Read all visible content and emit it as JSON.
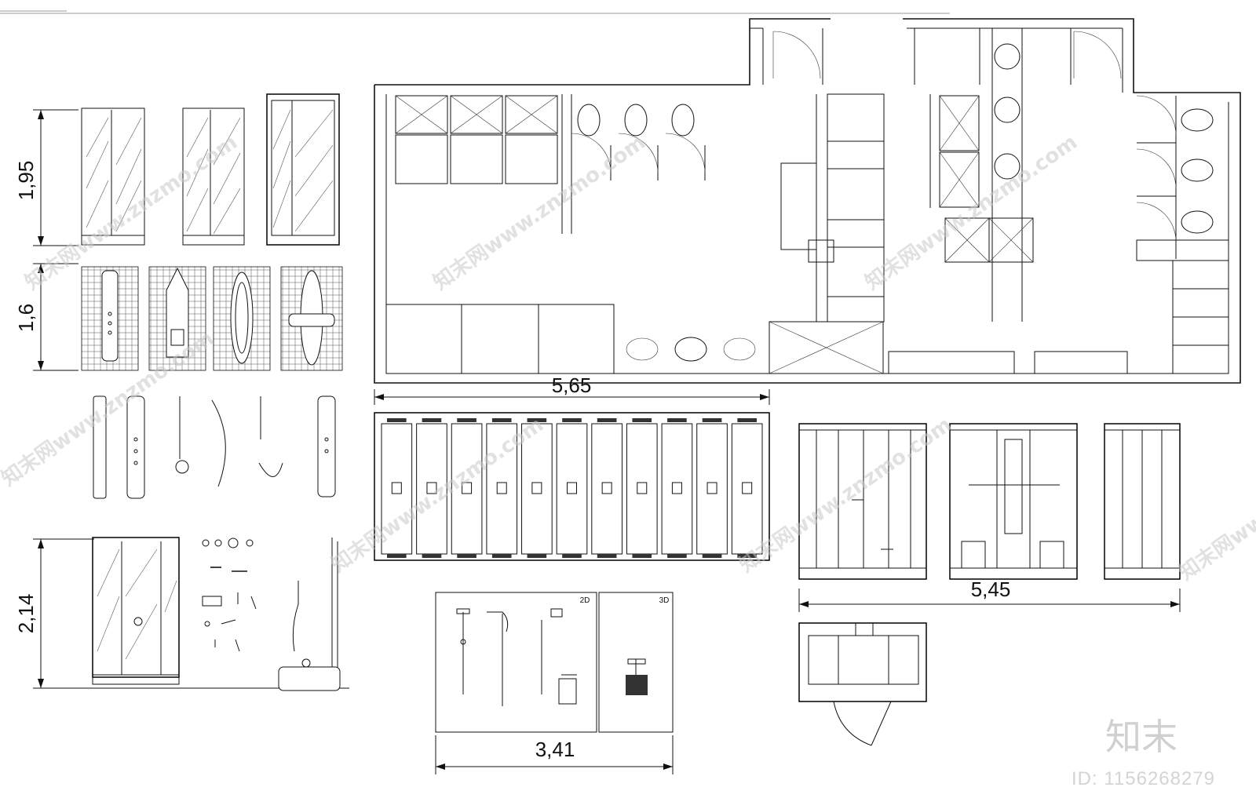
{
  "dimensions": {
    "left_top": "1,95",
    "left_mid": "1,6",
    "left_bottom": "2,14",
    "lockers_width": "5,65",
    "shower_cabins_width": "5,45",
    "mixers_width": "3,41"
  },
  "panel_labels": {
    "panel_2d": "2D",
    "panel_3d": "3D"
  },
  "watermark": {
    "logo": "知末",
    "id": "ID: 1156268279",
    "pattern": "知末网www.znzmo.com"
  }
}
